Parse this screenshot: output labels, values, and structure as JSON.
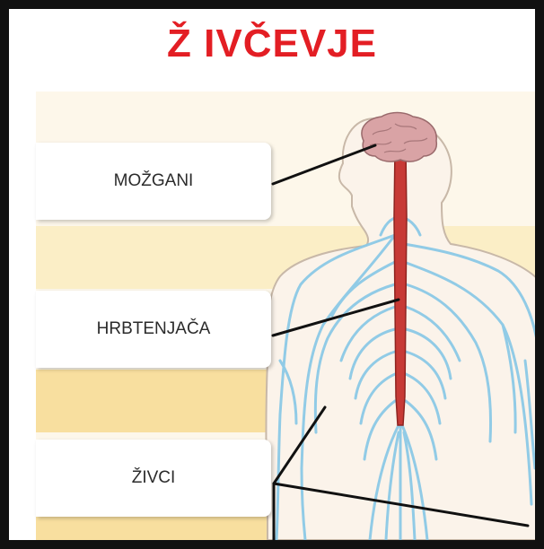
{
  "title": "Ž IVČEVJE",
  "labels": {
    "brain": "MOŽGANI",
    "spinal_cord": "HRBTENJAČA",
    "nerves": "ŽIVCI"
  },
  "colors": {
    "title": "#e31e24",
    "nerves": "#8cc9e6",
    "spinal_cord": "#c73a36",
    "brain": "#d9a3a5",
    "band_light": "#fbf1d8",
    "band_dark": "#f8df9f"
  }
}
